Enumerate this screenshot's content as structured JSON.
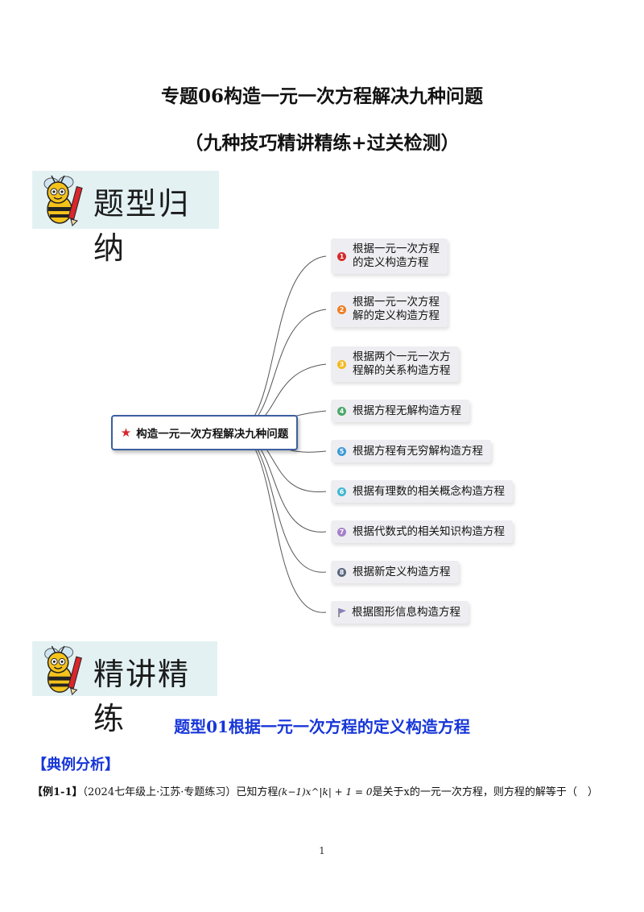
{
  "document": {
    "title": "专题06构造一元一次方程解决九种问题",
    "subtitle": "（九种技巧精讲精练+过关检测）",
    "banner1": "题型归纳",
    "banner2": "精讲精练",
    "mindmap": {
      "center": "构造一元一次方程解决九种问题",
      "branches": [
        {
          "num": "1",
          "label": "根据一元一次方程\n的定义构造方程",
          "color": "#d42a2a"
        },
        {
          "num": "2",
          "label": "根据一元一次方程\n解的定义构造方程",
          "color": "#ef7d21"
        },
        {
          "num": "3",
          "label": "根据两个一元一次方\n程解的关系构造方程",
          "color": "#f5b81c"
        },
        {
          "num": "4",
          "label": "根据方程无解构造方程",
          "color": "#4aa76a"
        },
        {
          "num": "5",
          "label": "根据方程有无穷解构造方程",
          "color": "#3b9ad6"
        },
        {
          "num": "6",
          "label": "根据有理数的相关概念构造方程",
          "color": "#3fb7d0"
        },
        {
          "num": "7",
          "label": "根据代数式的相关知识构造方程",
          "color": "#a57fc9"
        },
        {
          "num": "8",
          "label": "根据新定义构造方程",
          "color": "#5a6780"
        },
        {
          "num": "",
          "label": "根据图形信息构造方程",
          "color": "#8a7fb8"
        }
      ]
    },
    "type_heading": "题型01根据一元一次方程的定义构造方程",
    "section_label": "【典例分析】",
    "example": {
      "tag": "【例1-1】",
      "source": "（2024七年级上·江苏·专题练习）已知方程",
      "equation": "(k−1)x^|k| + 1 = 0",
      "rest": "是关于x的一元一次方程，则方程的解等于（　）"
    },
    "page_number": "1"
  }
}
